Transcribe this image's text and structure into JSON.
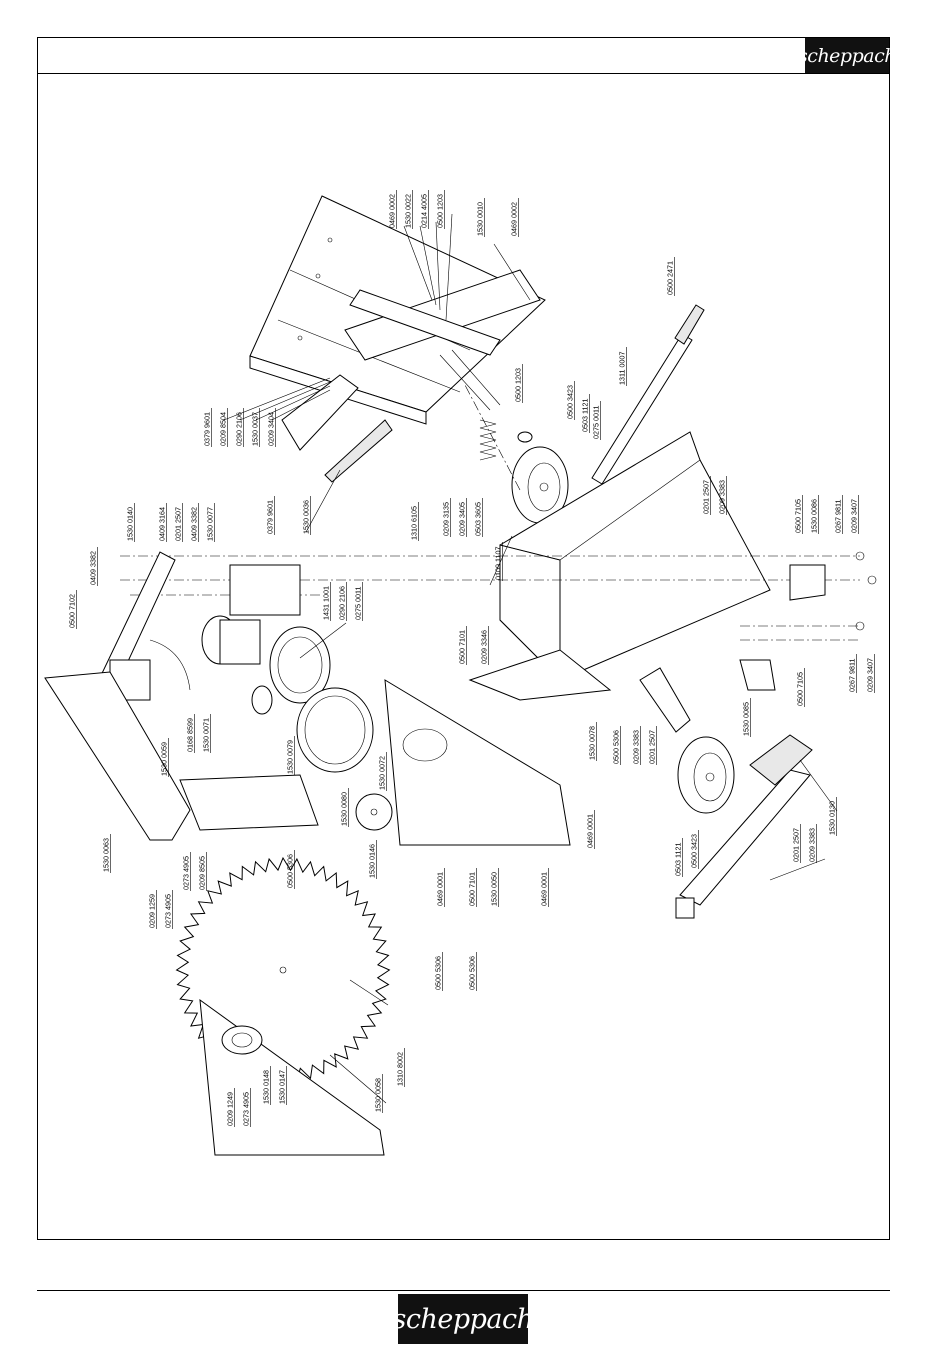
{
  "brand": {
    "top_logo": "scheppach",
    "bottom_logo": "scheppach"
  },
  "parts": [
    {
      "id": "p1",
      "number": "0469 0002"
    },
    {
      "id": "p2",
      "number": "1530 0022"
    },
    {
      "id": "p3",
      "number": "0214 4005"
    },
    {
      "id": "p4",
      "number": "0500 1203"
    },
    {
      "id": "p5",
      "number": "1530 0010"
    },
    {
      "id": "p6",
      "number": "0469 0002"
    },
    {
      "id": "p7",
      "number": "0500 2471"
    },
    {
      "id": "p8",
      "number": "1311 0007"
    },
    {
      "id": "p9",
      "number": "0500 1203"
    },
    {
      "id": "p10",
      "number": "0500 3423"
    },
    {
      "id": "p11",
      "number": "0503 1121"
    },
    {
      "id": "p12",
      "number": "0275 0011"
    },
    {
      "id": "p13",
      "number": "0379 9601"
    },
    {
      "id": "p14",
      "number": "0209 8504"
    },
    {
      "id": "p15",
      "number": "0290 2106"
    },
    {
      "id": "p16",
      "number": "1530 0037"
    },
    {
      "id": "p17",
      "number": "0209 3404"
    },
    {
      "id": "p18",
      "number": "0379 9601"
    },
    {
      "id": "p19",
      "number": "1530 0036"
    },
    {
      "id": "p20",
      "number": "1310 6105"
    },
    {
      "id": "p21",
      "number": "0209 3135"
    },
    {
      "id": "p22",
      "number": "0209 3405"
    },
    {
      "id": "p23",
      "number": "0503 3605"
    },
    {
      "id": "p24",
      "number": "0201 2507"
    },
    {
      "id": "p25",
      "number": "0209 3383"
    },
    {
      "id": "p26",
      "number": "1530 0140"
    },
    {
      "id": "p27",
      "number": "0409 3164"
    },
    {
      "id": "p28",
      "number": "0201 2507"
    },
    {
      "id": "p29",
      "number": "0409 3382"
    },
    {
      "id": "p30",
      "number": "1530 0077"
    },
    {
      "id": "p31",
      "number": "0409 3382"
    },
    {
      "id": "p32",
      "number": "0500 7102"
    },
    {
      "id": "p33",
      "number": "1431 1001"
    },
    {
      "id": "p34",
      "number": "0290 2106"
    },
    {
      "id": "p35",
      "number": "0275 0011"
    },
    {
      "id": "p36",
      "number": "0109 1107"
    },
    {
      "id": "p37",
      "number": "0500 7105"
    },
    {
      "id": "p38",
      "number": "1530 0086"
    },
    {
      "id": "p39",
      "number": "0267 9811"
    },
    {
      "id": "p40",
      "number": "0209 3407"
    },
    {
      "id": "p41",
      "number": "0500 7101"
    },
    {
      "id": "p42",
      "number": "0209 3346"
    },
    {
      "id": "p43",
      "number": "0168 8599"
    },
    {
      "id": "p44",
      "number": "1530 0071"
    },
    {
      "id": "p45",
      "number": "1530 0079"
    },
    {
      "id": "p46",
      "number": "1530 0059"
    },
    {
      "id": "p47",
      "number": "1530 0078"
    },
    {
      "id": "p48",
      "number": "0500 5306"
    },
    {
      "id": "p49",
      "number": "0209 3383"
    },
    {
      "id": "p50",
      "number": "0201 2507"
    },
    {
      "id": "p51",
      "number": "1530 0085"
    },
    {
      "id": "p52",
      "number": "0500 7105"
    },
    {
      "id": "p53",
      "number": "0267 9811"
    },
    {
      "id": "p54",
      "number": "0209 3407"
    },
    {
      "id": "p55",
      "number": "1530 0080"
    },
    {
      "id": "p56",
      "number": "1530 0072"
    },
    {
      "id": "p57",
      "number": "0469 0001"
    },
    {
      "id": "p58",
      "number": "0503 1121"
    },
    {
      "id": "p59",
      "number": "0500 3423"
    },
    {
      "id": "p60",
      "number": "1530 0130"
    },
    {
      "id": "p61",
      "number": "0201 2507"
    },
    {
      "id": "p62",
      "number": "0209 3383"
    },
    {
      "id": "p63",
      "number": "1530 0063"
    },
    {
      "id": "p64",
      "number": "0273 4905"
    },
    {
      "id": "p65",
      "number": "0209 8505"
    },
    {
      "id": "p66",
      "number": "0500 5306"
    },
    {
      "id": "p67",
      "number": "1530 0146"
    },
    {
      "id": "p68",
      "number": "0469 0001"
    },
    {
      "id": "p69",
      "number": "0500 7101"
    },
    {
      "id": "p70",
      "number": "1530 0050"
    },
    {
      "id": "p71",
      "number": "0469 0001"
    },
    {
      "id": "p72",
      "number": "0209 1259"
    },
    {
      "id": "p73",
      "number": "0273 4905"
    },
    {
      "id": "p74",
      "number": "0500 5306"
    },
    {
      "id": "p75",
      "number": "0500 5306"
    },
    {
      "id": "p76",
      "number": "0209 1249"
    },
    {
      "id": "p77",
      "number": "0273 4905"
    },
    {
      "id": "p78",
      "number": "1530 0148"
    },
    {
      "id": "p79",
      "number": "1530 0147"
    },
    {
      "id": "p80",
      "number": "1530 0058"
    },
    {
      "id": "p81",
      "number": "1310 8002"
    }
  ]
}
